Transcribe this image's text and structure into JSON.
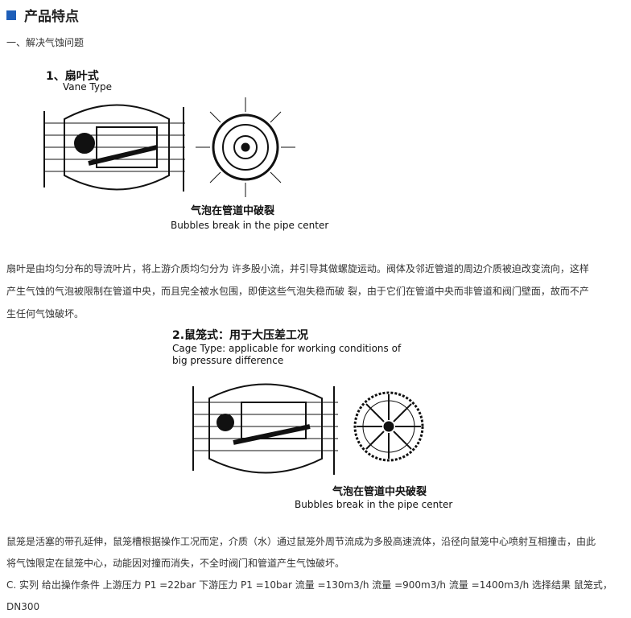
{
  "header": {
    "title": "产品特点"
  },
  "section1": {
    "title": "一、解决气蚀问题"
  },
  "fig1": {
    "title_cn": "1、扇叶式",
    "title_en": "Vane Type",
    "caption_cn": "气泡在管道中破裂",
    "caption_en": "Bubbles break in the pipe center"
  },
  "para1": [
    "扇叶是由均匀分布的导流叶片，将上游介质均匀分为 许多股小流，并引导其做螺旋运动。阀体及邻近管道的周边介质被迫改变流向，这样",
    "产生气蚀的气泡被限制在管道中央，而且完全被水包围，即使这些气泡失稳而破 裂，由于它们在管道中央而非管道和阀门壁面，故而不产",
    "生任何气蚀破坏。"
  ],
  "fig2": {
    "title_cn": "2.鼠笼式：用于大压差工况",
    "title_en1": "Cage Type: applicable for working conditions of",
    "title_en2": "big pressure difference",
    "caption_cn": "气泡在管道中央破裂",
    "caption_en": "Bubbles break in the pipe center"
  },
  "para2": [
    "鼠笼是活塞的带孔延伸，鼠笼槽根据操作工况而定，介质（水）通过鼠笼外周节流成为多股高速流体，沿径向鼠笼中心喷射互相撞击，由此",
    "将气蚀限定在鼠笼中心，动能因对撞而消失，不全时阀门和管道产生气蚀破坏。",
    "C. 实列 给出操作条件 上游压力 P1 =22bar 下游压力 P1 =10bar 流量 =130m3/h 流量 =900m3/h 流量 =1400m3/h 选择结果 鼠笼式，",
    "DN300"
  ]
}
